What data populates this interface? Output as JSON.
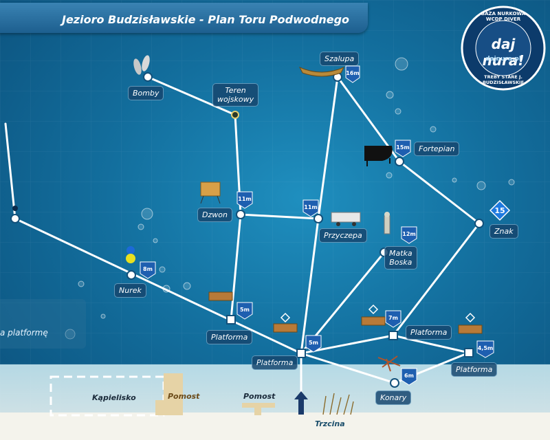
{
  "title": "Jezioro Budzisławskie - Plan Toru Podwodnego",
  "logo": {
    "top_text": "BAZA NURKOWA WCDP DIVER",
    "main_text": "daj nura!",
    "sub_text": "dajnura.pl",
    "bottom_text": "TREBY STARE J. BUDZISŁAWSKIE"
  },
  "side_panel": {
    "label": "a platformę"
  },
  "stations": {
    "bomby": "Bomby",
    "teren": "Teren\nwojskowy",
    "szalupa": "Szalupa",
    "fortepian": "Fortepian",
    "dzwon": "Dzwon",
    "przyczepa": "Przyczepa",
    "znak": "Znak",
    "matka": "Matka\nBoska",
    "nurek": "Nurek",
    "platforma_left": "Platforma",
    "platforma_center": "Platforma",
    "platforma_right_mid": "Platforma",
    "platforma_right": "Platforma",
    "konary": "Konary"
  },
  "depths": {
    "szalupa": "16m",
    "fortepian": "15m",
    "dzwon": "11m",
    "przyczepa": "11m",
    "matka": "12m",
    "nurek": "8m",
    "platforma_left": "5m",
    "platforma_center": "5m",
    "platforma_right_mid": "7m",
    "platforma_right": "4,5m",
    "konary": "6m"
  },
  "znak_number": "15",
  "shore": {
    "kapielisko": "Kąpielisko",
    "pomost_1": "Pomost",
    "pomost_2": "Pomost",
    "trzcina": "Trzcina"
  },
  "colors": {
    "water": "#136f9e",
    "route_line": "#ffffff",
    "badge": "#1e5fb0",
    "sand": "#e6d3a6"
  }
}
